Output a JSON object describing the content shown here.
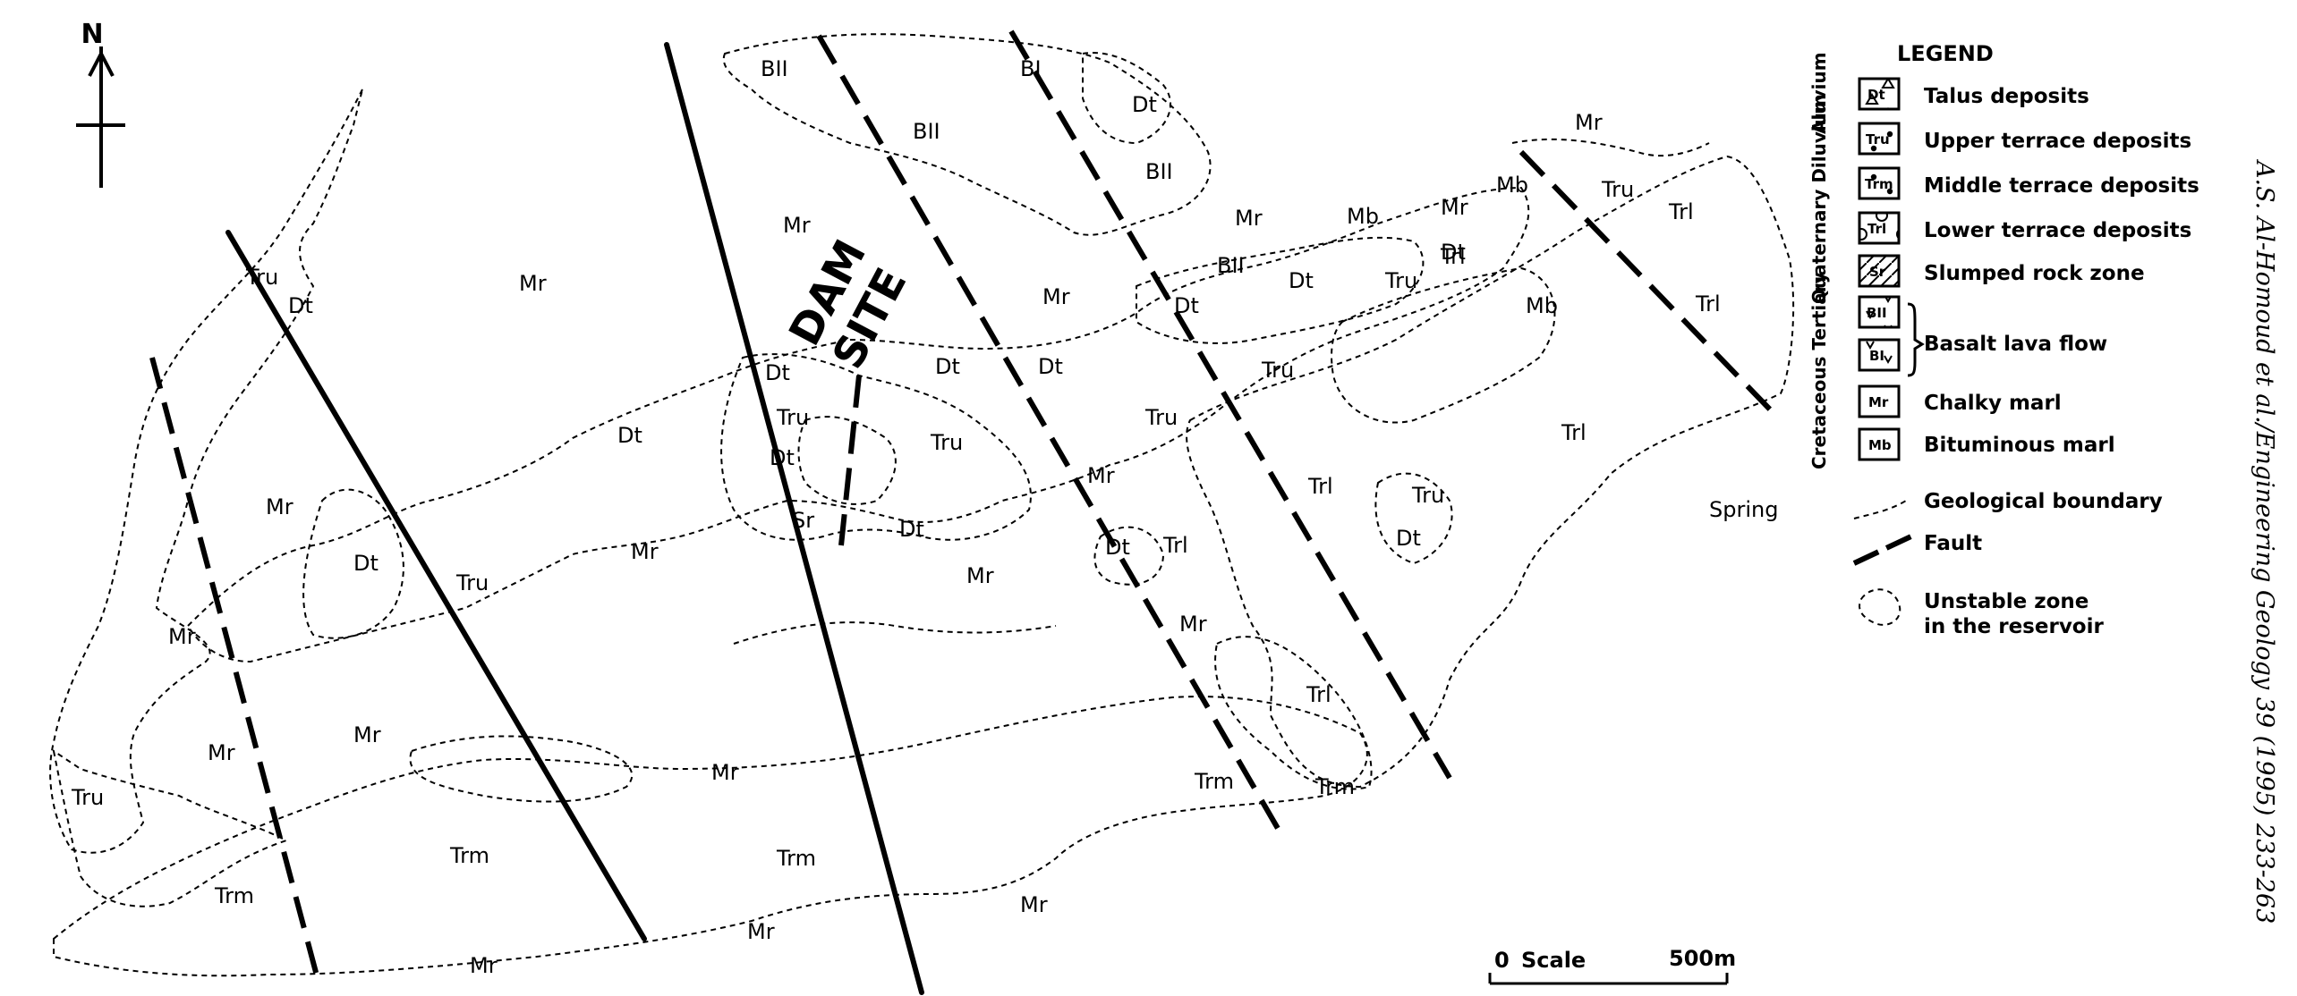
{
  "north": {
    "letter": "N"
  },
  "dam_site": {
    "line1": "DAM",
    "line2": "SITE"
  },
  "labels": {
    "mr": "Mr",
    "mb": "Mb",
    "dt": "Dt",
    "tru": "Tru",
    "trm": "Trm",
    "trl": "Trl",
    "sr": "Sr",
    "b1": "BI",
    "b2": "BII",
    "spring": "Spring"
  },
  "legend": {
    "title": "LEGEND",
    "group_alluvium": "Aluvium",
    "group_quaternary_diluvium": "Quaternary Diluvium",
    "group_cretaceous_tertiary": "Cretaceous Tertiary",
    "items": [
      {
        "code": "Dt",
        "label": "Talus deposits"
      },
      {
        "code": "Tru",
        "label": "Upper terrace deposits"
      },
      {
        "code": "Trm",
        "label": "Middle terrace deposits"
      },
      {
        "code": "Trl",
        "label": "Lower terrace deposits"
      },
      {
        "code": "Sr",
        "label": "Slumped rock zone"
      },
      {
        "code": "BII",
        "label": ""
      },
      {
        "code": "BI",
        "label": "Basalt lava flow"
      },
      {
        "code": "Mr",
        "label": "Chalky marl"
      },
      {
        "code": "Mb",
        "label": "Bituminous marl"
      }
    ],
    "lines": [
      {
        "label": "Geological boundary"
      },
      {
        "label": "Fault"
      }
    ],
    "unstable": {
      "line1": "Unstable  zone",
      "line2": "in the reservoir"
    }
  },
  "scale": {
    "zero": "0",
    "word": "Scale",
    "max": "500m"
  },
  "citation": "A.S. Al-Homoud et al./Engineering Geology 39 (1995) 233-263"
}
